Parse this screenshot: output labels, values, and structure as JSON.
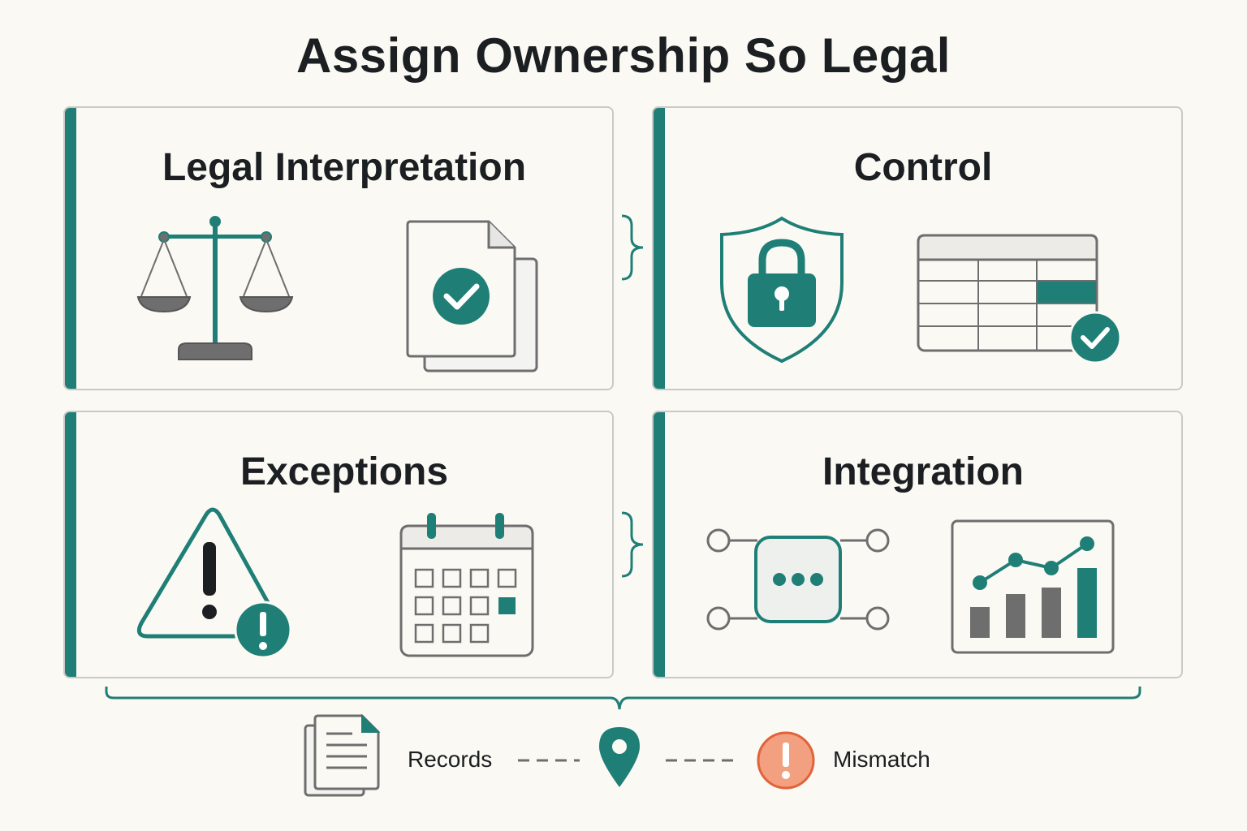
{
  "title": "Assign Ownership So Legal",
  "cards": [
    {
      "heading": "Legal Interpretation",
      "icons": [
        "scales-icon",
        "approved-document-icon"
      ]
    },
    {
      "heading": "Control",
      "icons": [
        "shield-lock-icon",
        "verified-table-icon"
      ]
    },
    {
      "heading": "Exceptions",
      "icons": [
        "warning-triangle-icon",
        "calendar-icon"
      ]
    },
    {
      "heading": "Integration",
      "icons": [
        "connected-node-icon",
        "bar-line-chart-icon"
      ]
    }
  ],
  "legend": {
    "records_label": "Records",
    "mismatch_label": "Mismatch",
    "icons": [
      "documents-icon",
      "location-pin-icon",
      "alert-circle-icon"
    ]
  },
  "colors": {
    "accent": "#1f7f76",
    "gray": "#6e6e6e",
    "background": "#fbf9f4",
    "alert": "#f2a07f"
  }
}
